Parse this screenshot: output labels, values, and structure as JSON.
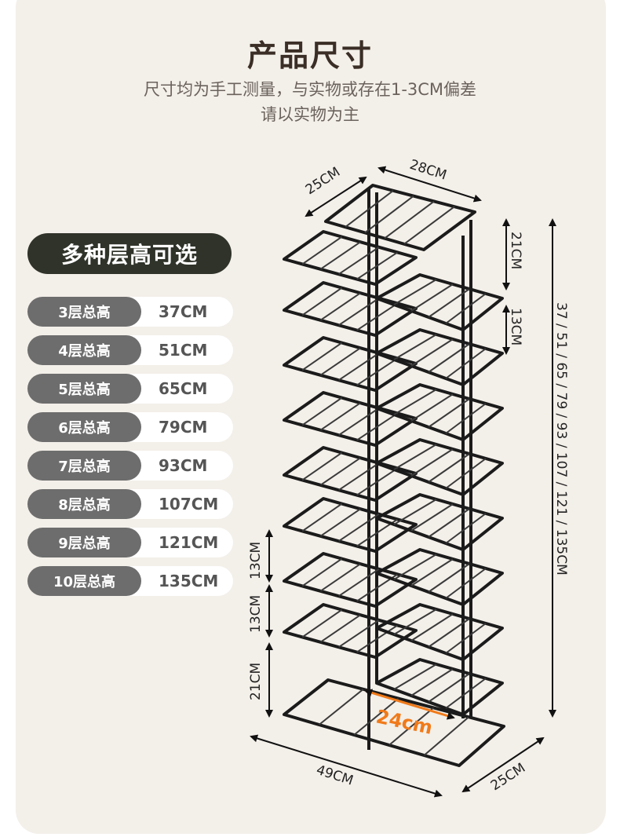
{
  "header": {
    "title": "产品尺寸",
    "subtitle_line1": "尺寸均为手工测量，与实物或存在1-3CM偏差",
    "subtitle_line2": "请以实物为主"
  },
  "badge": {
    "label": "多种层高可选"
  },
  "heights": [
    {
      "label": "3层总高",
      "value": "37CM"
    },
    {
      "label": "4层总高",
      "value": "51CM"
    },
    {
      "label": "5层总高",
      "value": "65CM"
    },
    {
      "label": "6层总高",
      "value": "79CM"
    },
    {
      "label": "7层总高",
      "value": "93CM"
    },
    {
      "label": "8层总高",
      "value": "107CM"
    },
    {
      "label": "9层总高",
      "value": "121CM"
    },
    {
      "label": "10层总高",
      "value": "135CM"
    }
  ],
  "dimensions": {
    "top_depth": "25CM",
    "top_width": "28CM",
    "top_gap": "21CM",
    "shelf_gap_right": "13CM",
    "total_heights": "37 / 51 / 65 / 79 / 93 / 107 / 121 / 135CM",
    "left_gap_1": "13CM",
    "left_gap_2": "13CM",
    "bottom_gap": "21CM",
    "inner_width": "24cm",
    "bottom_width": "49CM",
    "bottom_depth": "25CM"
  },
  "colors": {
    "background": "#f3efe9",
    "badge": "#2f3329",
    "label_pill": "#6d6d6d",
    "accent": "#f07a1a"
  }
}
